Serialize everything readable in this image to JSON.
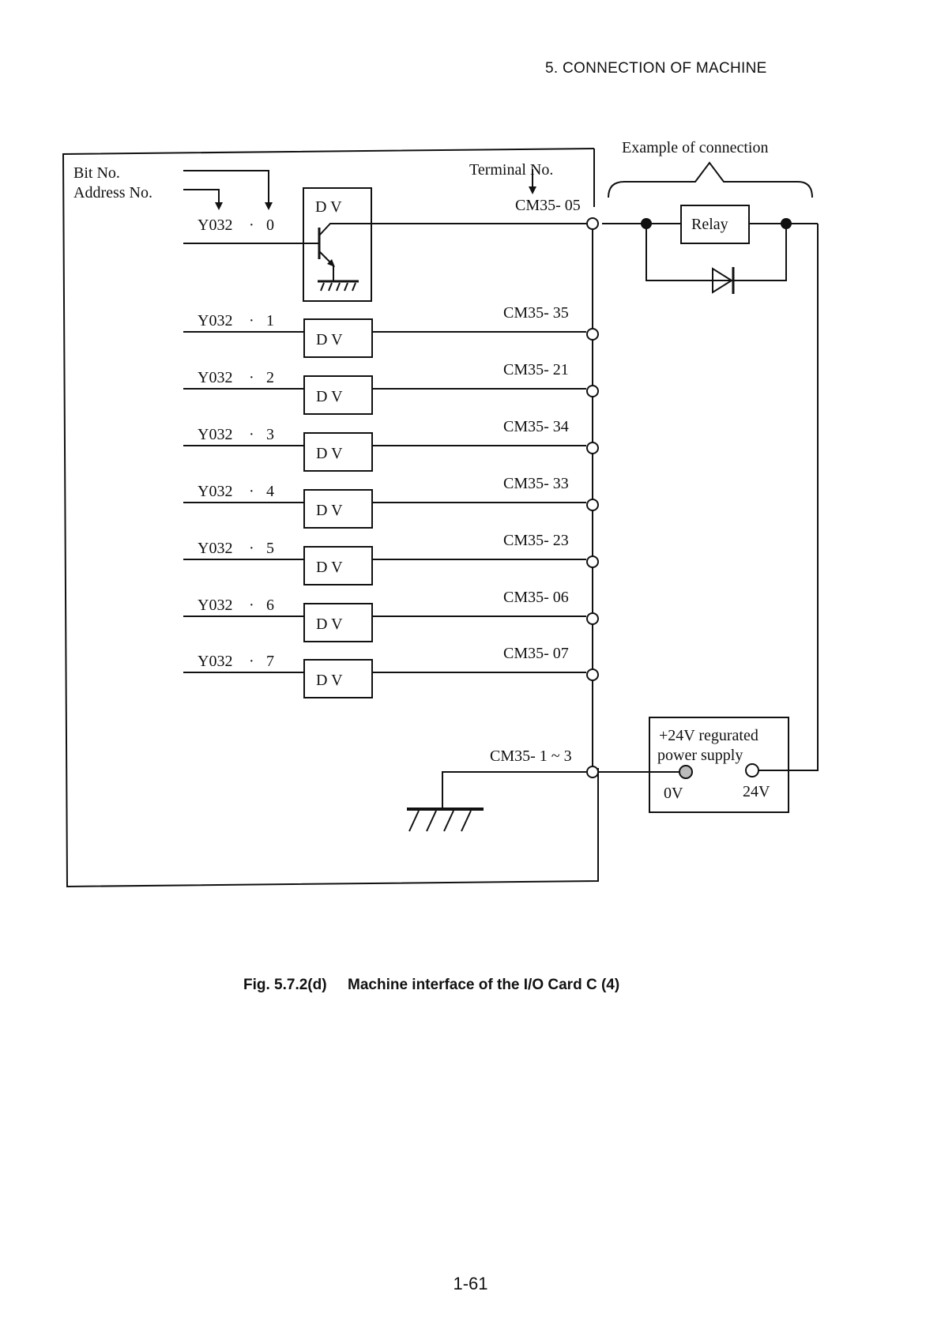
{
  "header": {
    "section": "5.  CONNECTION OF MACHINE"
  },
  "diagram": {
    "bit_no_label": "Bit No.",
    "address_no_label": "Address No.",
    "terminal_no_label": "Terminal No.",
    "example_label": "Example of connection",
    "relay_label": "Relay",
    "driver_label": "D V",
    "ground_terminal": "CM35- 1 ~ 3",
    "power_supply": {
      "line1": "+24V regurated",
      "line2": "power supply",
      "ov": "0V",
      "v24": "24V"
    },
    "channels": [
      {
        "address": "Y032",
        "bit": "0",
        "terminal": "CM35- 05"
      },
      {
        "address": "Y032",
        "bit": "1",
        "terminal": "CM35- 35"
      },
      {
        "address": "Y032",
        "bit": "2",
        "terminal": "CM35- 21"
      },
      {
        "address": "Y032",
        "bit": "3",
        "terminal": "CM35- 34"
      },
      {
        "address": "Y032",
        "bit": "4",
        "terminal": "CM35- 33"
      },
      {
        "address": "Y032",
        "bit": "5",
        "terminal": "CM35- 23"
      },
      {
        "address": "Y032",
        "bit": "6",
        "terminal": "CM35- 06"
      },
      {
        "address": "Y032",
        "bit": "7",
        "terminal": "CM35- 07"
      }
    ]
  },
  "caption": {
    "number": "Fig. 5.7.2(d)",
    "text": "Machine interface of the I/O Card C (4)"
  },
  "page_number": "1-61"
}
